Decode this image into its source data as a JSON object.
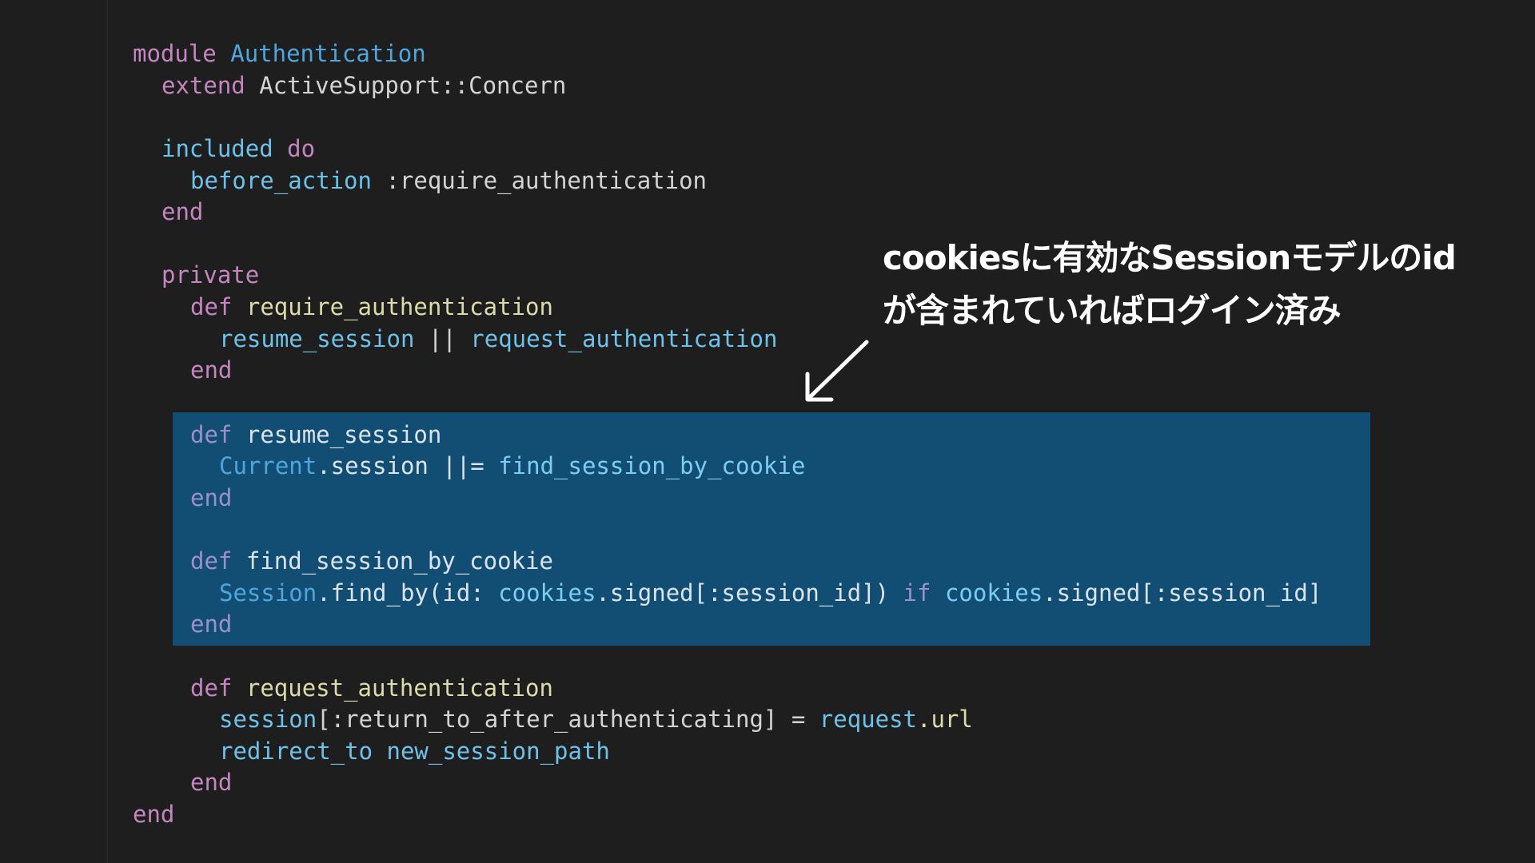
{
  "code": {
    "l1": {
      "kw": "module",
      "name": "Authentication"
    },
    "l2": {
      "kw": "extend",
      "rest": "ActiveSupport::Concern"
    },
    "l4": {
      "kw1": "included",
      "kw2": "do"
    },
    "l5": {
      "call": "before_action",
      "rest": ":require_authentication"
    },
    "l6": {
      "kw": "end"
    },
    "l8": {
      "kw": "private"
    },
    "l9": {
      "kw": "def",
      "fn": "require_authentication"
    },
    "l10": {
      "call1": "resume_session",
      "op": "||",
      "call2": "request_authentication"
    },
    "l11": {
      "kw": "end"
    },
    "l13": {
      "kw": "def",
      "fn": "resume_session"
    },
    "l14": {
      "type": "Current",
      "rest1": ".session ||=",
      "call": "find_session_by_cookie"
    },
    "l15": {
      "kw": "end"
    },
    "l17": {
      "kw": "def",
      "fn": "find_session_by_cookie"
    },
    "l18": {
      "type": "Session",
      "rest1": ".find_by(id:",
      "call1": "cookies",
      "rest2": ".signed[:session_id])",
      "kw": "if",
      "call2": "cookies",
      "rest3": ".signed[:session_id]"
    },
    "l19": {
      "kw": "end"
    },
    "l21": {
      "kw": "def",
      "fn": "request_authentication"
    },
    "l22": {
      "call1": "session",
      "rest1": "[:return_to_after_authenticating] =",
      "call2": "request",
      "rest2": ".url"
    },
    "l23": {
      "call": "redirect_to new_session_path"
    },
    "l24": {
      "kw": "end"
    },
    "l25": {
      "kw": "end"
    }
  },
  "annotation": {
    "line1": "cookiesに有効なSessionモデルのid",
    "line2": "が含まれていればログイン済み"
  },
  "colors": {
    "background": "#1e1e1e",
    "highlight": "#124e73",
    "keyword": "#c586c0",
    "type": "#4ea6de",
    "function": "#dcdcaa",
    "call": "#6ec2ea"
  }
}
